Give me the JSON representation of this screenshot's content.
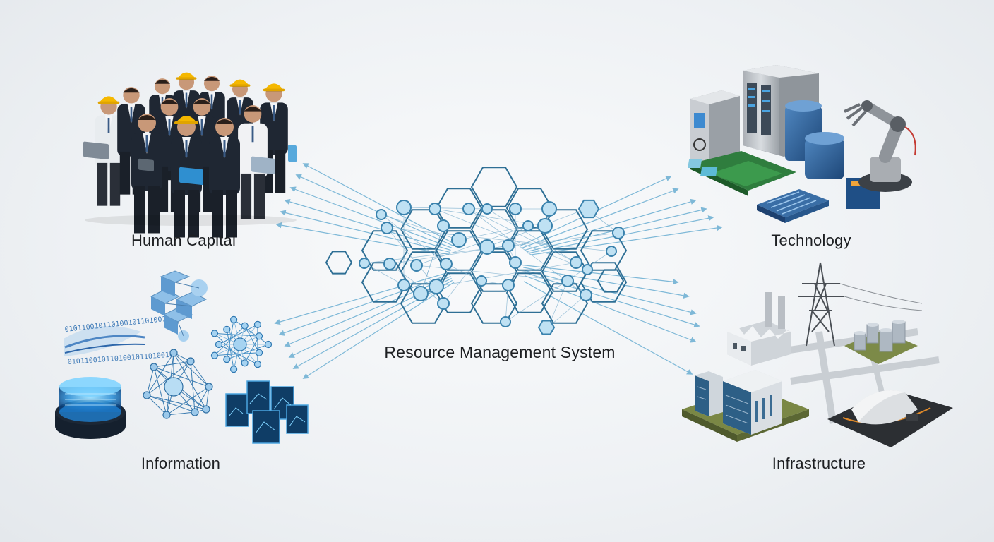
{
  "center": {
    "label": "Resource Management System"
  },
  "categories": {
    "human_capital": "Human Capital",
    "technology": "Technology",
    "information": "Information",
    "infrastructure": "Infrastructure"
  },
  "binary_text": "0101100101101001011010010",
  "colors": {
    "hex_stroke": "#2e6f95",
    "node_fill": "#bfe1f3",
    "node_stroke": "#3a82ad",
    "arrow": "#6aaed2",
    "text": "#1d1f22",
    "suit": "#1f2733",
    "helmet": "#f5b800",
    "server": "#b9bec4",
    "blue_device": "#2a5f96",
    "pcb": "#2f7d3e",
    "building": "#dfe3e7",
    "glass": "#2d5f86",
    "grass": "#7c8a48",
    "tower": "#4a4f55"
  }
}
